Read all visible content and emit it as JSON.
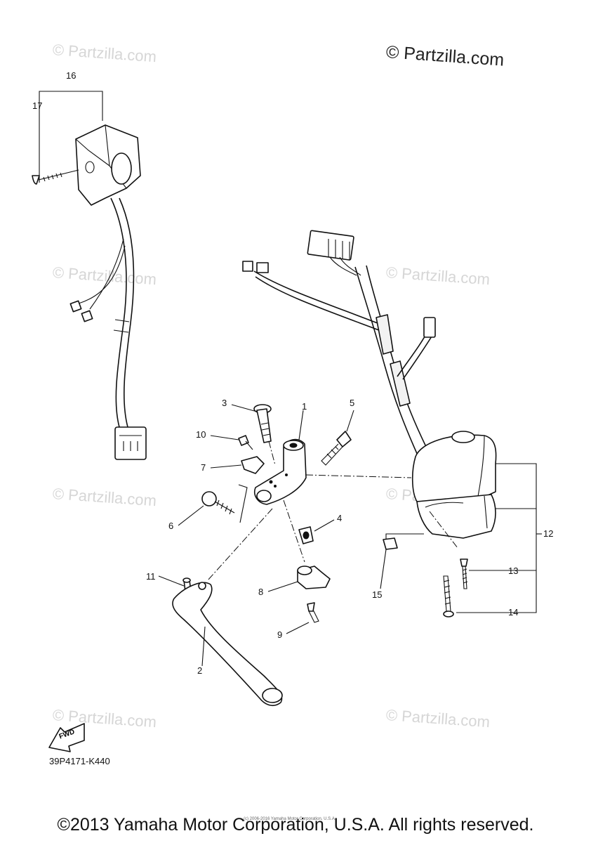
{
  "brand_watermark": "© Partzilla.com",
  "faint_watermarks": [
    "© Partzilla.com",
    "© Partzilla.com",
    "© Partzilla.com",
    "© Partzilla.com",
    "© Partzilla.com",
    "© Partzilla.com",
    "© Partzilla.com"
  ],
  "callouts": {
    "n1": "1",
    "n2": "2",
    "n3": "3",
    "n4": "4",
    "n5": "5",
    "n6": "6",
    "n7": "7",
    "n8": "8",
    "n9": "9",
    "n10": "10",
    "n11": "11",
    "n12": "12",
    "n13": "13",
    "n14": "14",
    "n15": "15",
    "n16": "16",
    "n17": "17"
  },
  "fwd_label": "FWD",
  "diagram_code": "39P4171-K440",
  "tiny_copyright": "(c) 2006-2016 Yamaha Motor Corporation, U.S.A.",
  "footer_copyright": "©2013 Yamaha Motor Corporation, U.S.A. All rights reserved."
}
